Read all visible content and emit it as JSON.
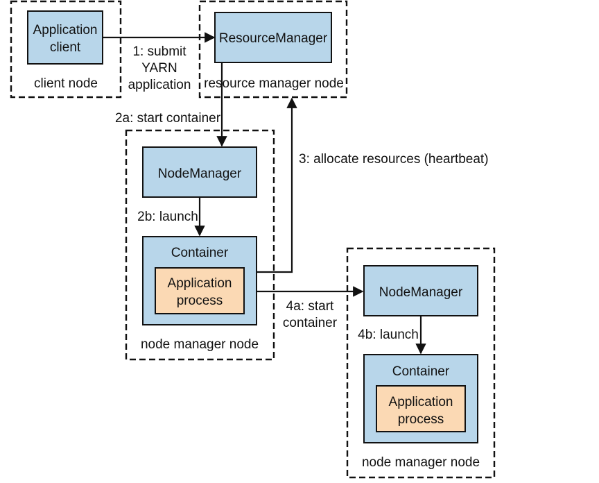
{
  "colors": {
    "component_fill": "#B8D6EA",
    "process_fill": "#FBD9B4",
    "stroke": "#111111"
  },
  "nodes": {
    "client": {
      "label": "client node",
      "app_client": [
        "Application",
        "client"
      ]
    },
    "resource": {
      "label": "resource manager node",
      "resource_manager": "ResourceManager"
    },
    "nm1": {
      "label": "node manager node",
      "node_manager": "NodeManager",
      "container": "Container",
      "process": [
        "Application",
        "process"
      ]
    },
    "nm2": {
      "label": "node manager node",
      "node_manager": "NodeManager",
      "container": "Container",
      "process": [
        "Application",
        "process"
      ]
    }
  },
  "edges": {
    "submit": [
      "1: submit",
      "YARN",
      "application"
    ],
    "start_container_2a": "2a: start container",
    "launch_2b": "2b: launch",
    "allocate_3": "3: allocate resources (heartbeat)",
    "start_container_4a": [
      "4a: start",
      "container"
    ],
    "launch_4b": "4b: launch"
  }
}
